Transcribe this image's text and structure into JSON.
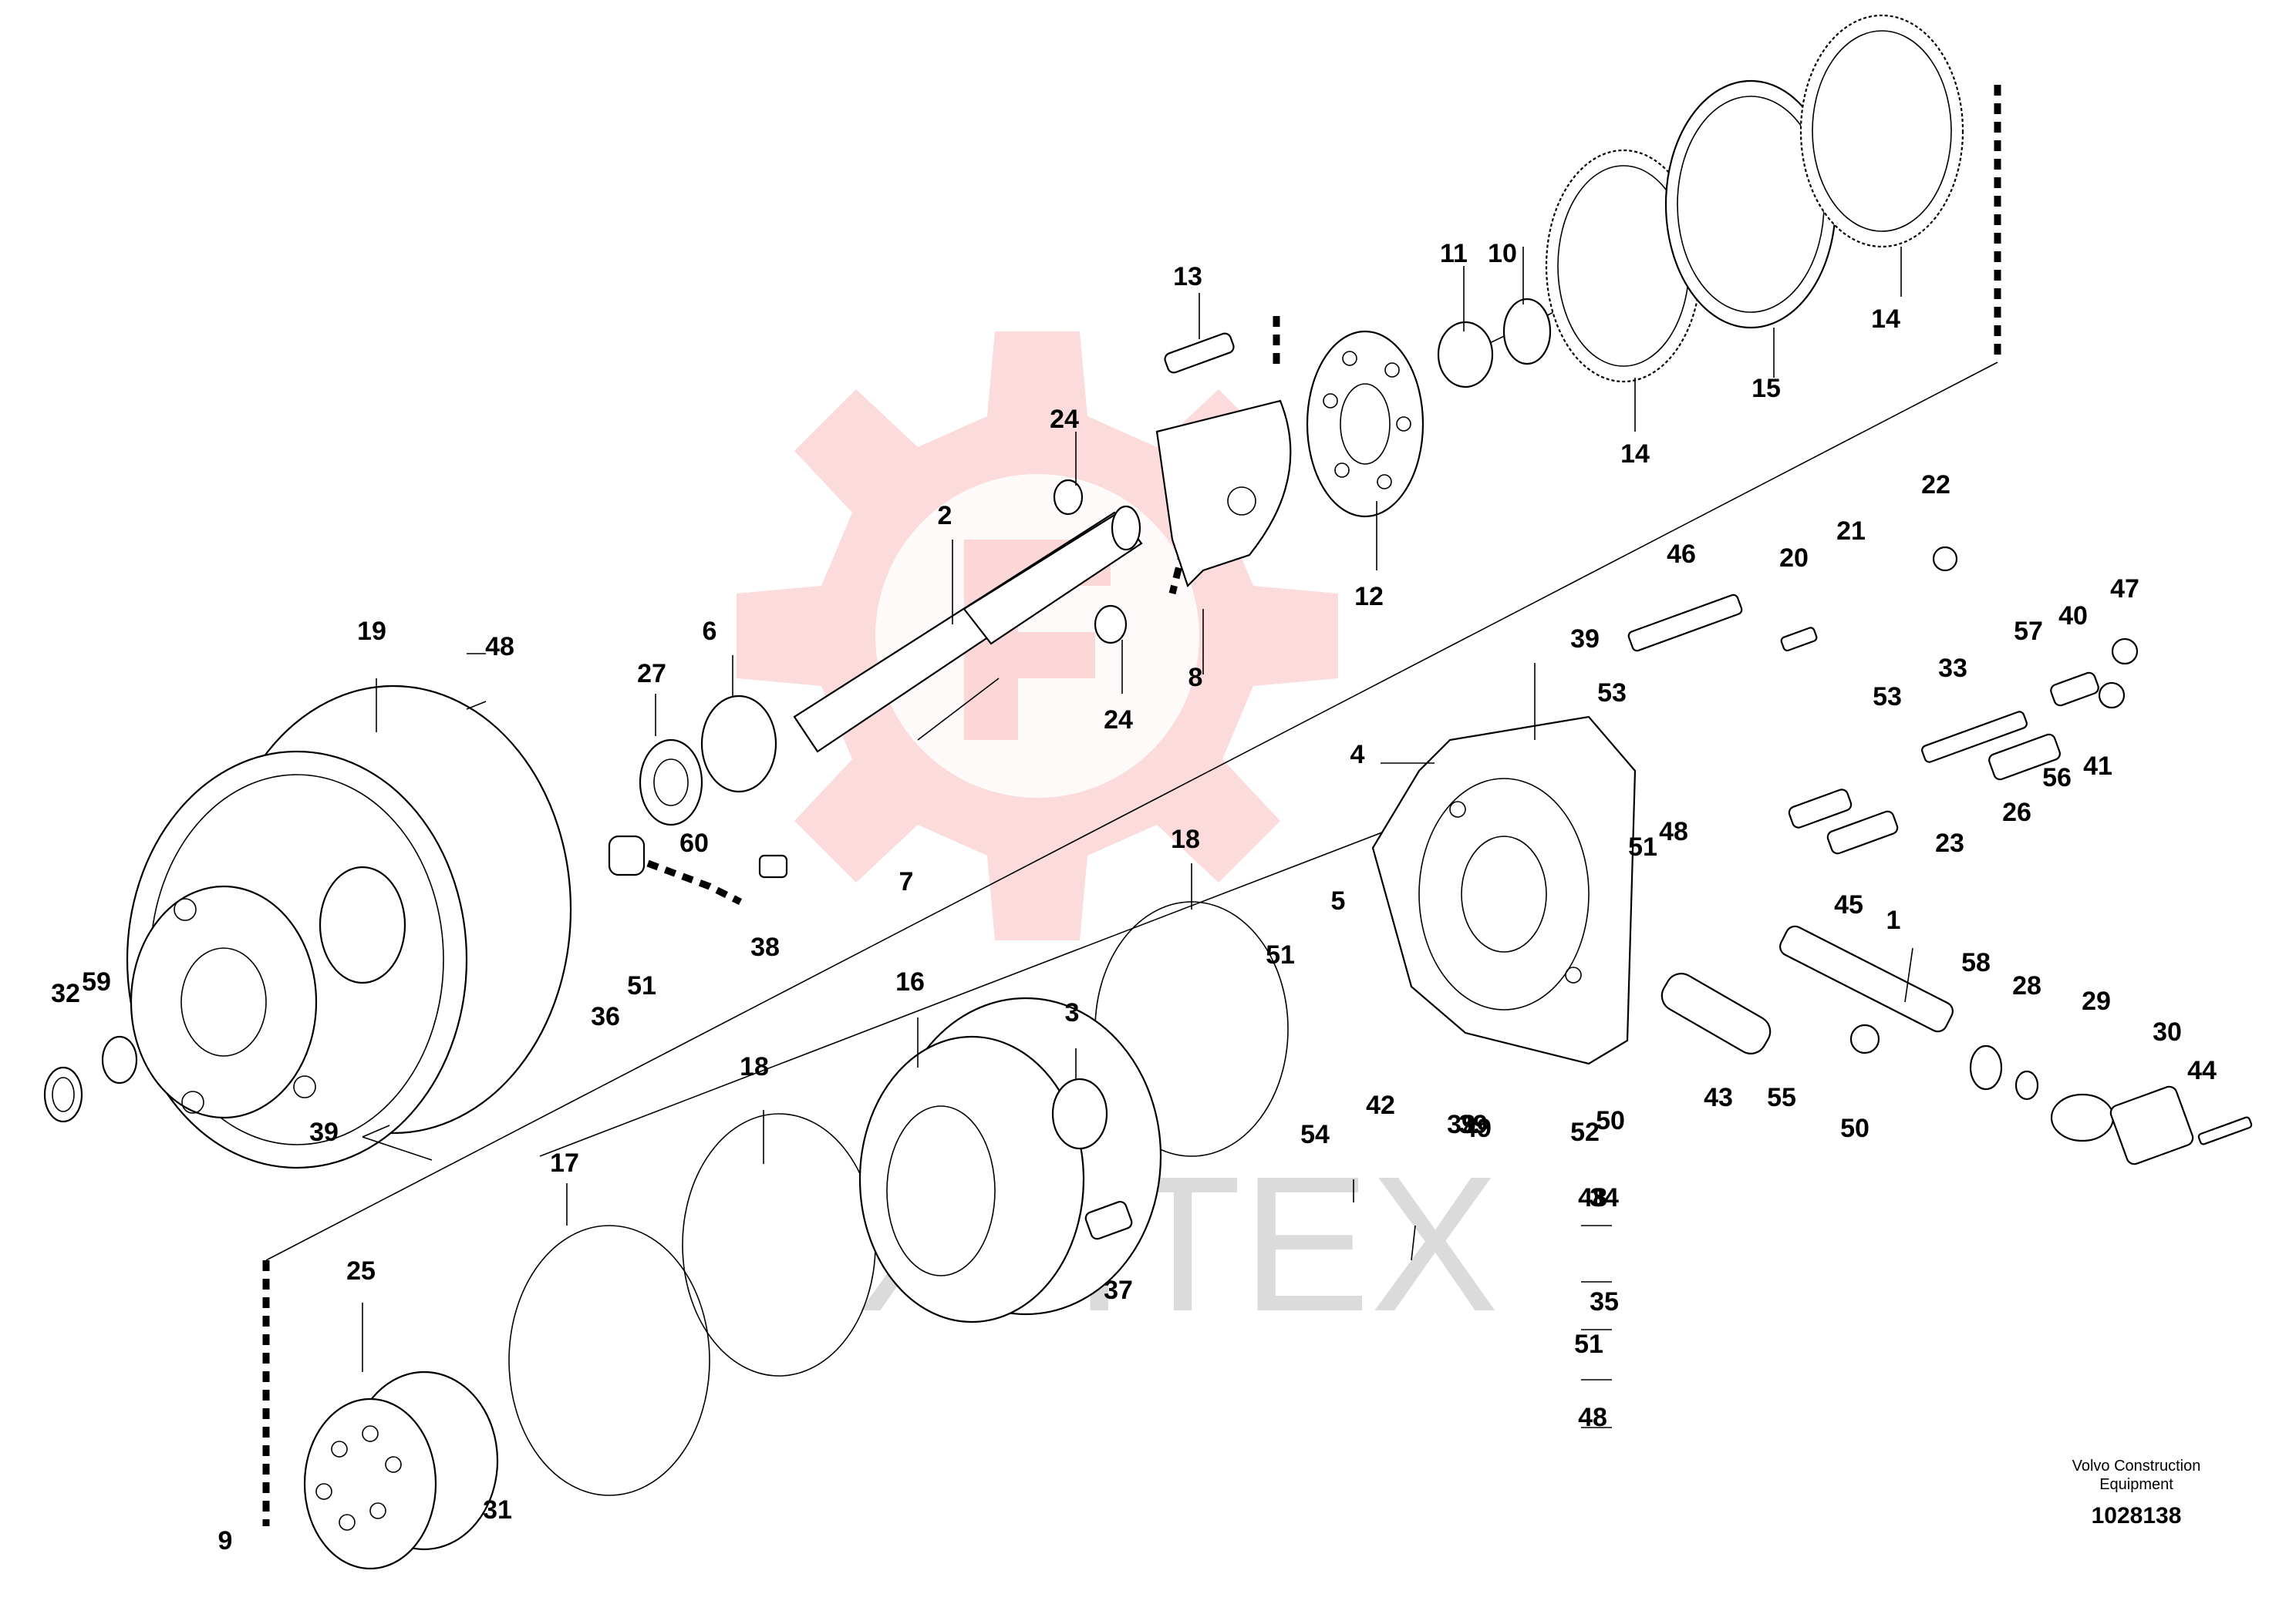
{
  "watermark": {
    "text": "XHTEX"
  },
  "credit": {
    "line1": "Volvo Construction",
    "line2": "Equipment",
    "figure_number": "1028138"
  },
  "callouts": [
    "1",
    "2",
    "3",
    "4",
    "5",
    "7",
    "8",
    "9",
    "10",
    "11",
    "12",
    "13",
    "14",
    "14",
    "15",
    "16",
    "17",
    "18",
    "18",
    "19",
    "20",
    "21",
    "22",
    "23",
    "24",
    "24",
    "25",
    "26",
    "27",
    "28",
    "29",
    "30",
    "31",
    "32",
    "33",
    "34",
    "35",
    "36",
    "37",
    "38",
    "39",
    "39",
    "39",
    "39",
    "40",
    "41",
    "42",
    "43",
    "44",
    "45",
    "46",
    "47",
    "48",
    "48",
    "48",
    "48",
    "49",
    "50",
    "50",
    "51",
    "51",
    "51",
    "51",
    "52",
    "53",
    "53",
    "54",
    "55",
    "56",
    "57",
    "58",
    "59",
    "6",
    "60"
  ]
}
